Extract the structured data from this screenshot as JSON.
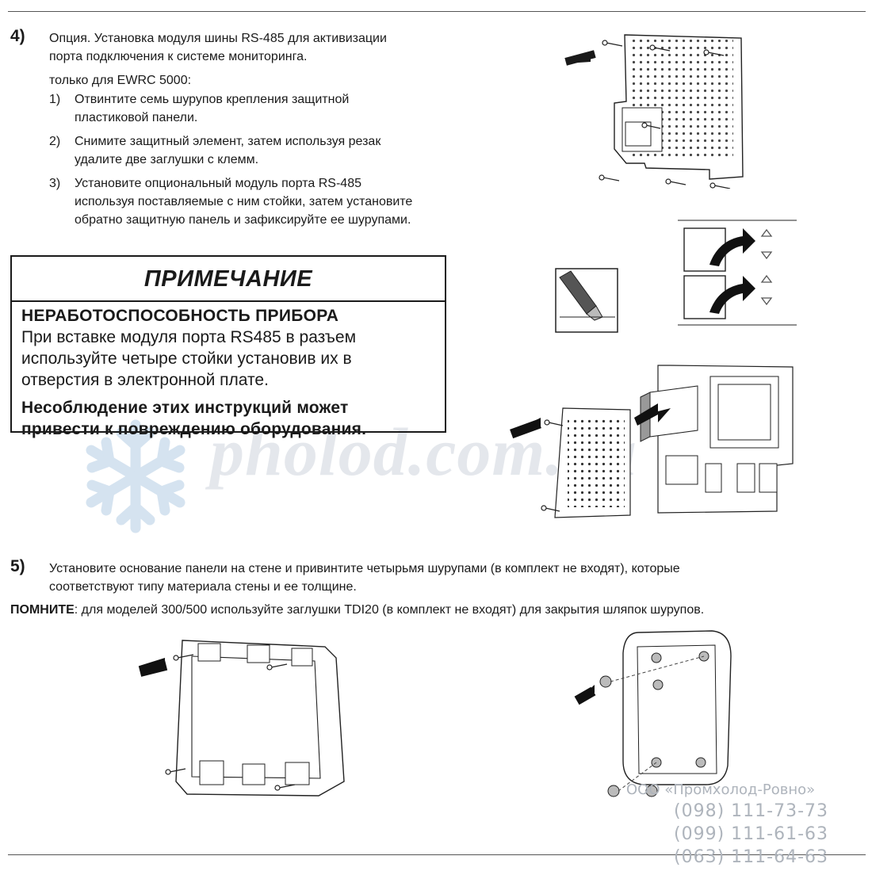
{
  "step4": {
    "number": "4)",
    "intro_line1": "Опция. Установка модуля шины RS-485 для активизации",
    "intro_line2": "порта подключения к системе мониторинга.",
    "only_for": "только для EWRC 5000:",
    "items": [
      {
        "num": "1)",
        "line1": "Отвинтите семь шурупов крепления защитной",
        "line2": "пластиковой панели."
      },
      {
        "num": "2)",
        "line1": "Снимите защитный элемент, затем используя  резак",
        "line2": "удалите две заглушки с клемм."
      },
      {
        "num": "3)",
        "line1": "Установите опциональный модуль порта RS-485",
        "line2": "используя поставляемые с ним стойки, затем установите",
        "line3": "обратно защитную панель и зафиксируйте ее шурупами."
      }
    ]
  },
  "note": {
    "title": "ПРИМЕЧАНИЕ",
    "subtitle": "НЕРАБОТОСПОСОБНОСТЬ ПРИБОРА",
    "line1": "При вставке модуля порта RS485 в разъем",
    "line2": "используйте четыре стойки установив их в",
    "line3": "отверстия в электронной плате.",
    "warn1": "Несоблюдение этих инструкций может",
    "warn2": "привести к повреждению оборудования."
  },
  "step5": {
    "number": "5)",
    "line1": "Установите основание панели на стене и привинтите четырьмя шурупами (в комплект не входят), которые",
    "line2": "соответствуют типу материала стены и ее толщине.",
    "remember_label": "ПОМНИТЕ",
    "remember_text": ": для моделей 300/500 используйте заглушки  TDI20 (в комплект не входят) для закрытия шляпок шурупов."
  },
  "watermark": "pholod.com.ua",
  "contact": {
    "company": "ООО «Промхолод-Ровно»",
    "phones": [
      "(098) 111-73-73",
      "(099) 111-61-63",
      "(063) 111-64-63"
    ]
  }
}
